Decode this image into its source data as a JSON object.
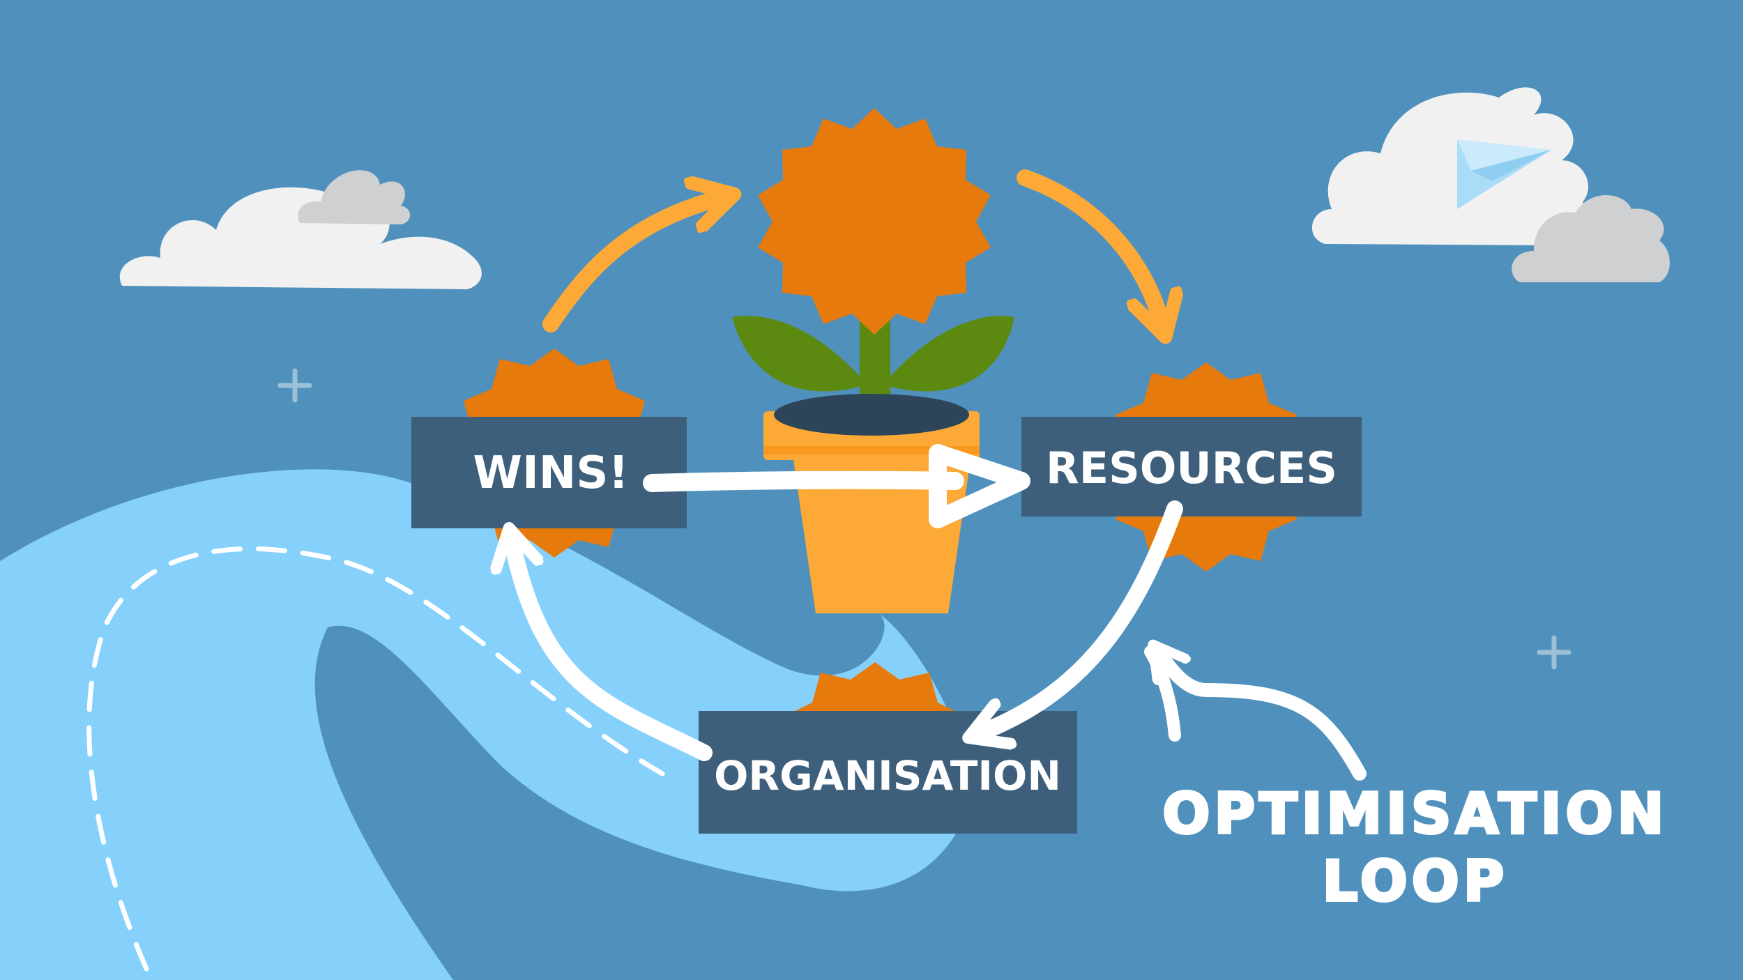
{
  "diagram": {
    "nodes": {
      "wins": "WINS!",
      "resources": "RESOURCES",
      "organisation": "ORGANISATION"
    },
    "callout": {
      "line1": "OPTIMISATION",
      "line2": "LOOP"
    }
  },
  "colors": {
    "sky": "#4f91bc",
    "wave": "#86d1fb",
    "box": "#3d5f7b",
    "flower": "#e67a0c",
    "orange_arrow": "#fda937",
    "pot": "#fca937",
    "leaf": "#5c8a11",
    "cloud": "#f1f1f2",
    "cloud_grey": "#cfd0d2"
  },
  "icons": [
    "flower-pot-icon",
    "paper-plane-icon",
    "cloud-icon",
    "sparkle-icon"
  ]
}
